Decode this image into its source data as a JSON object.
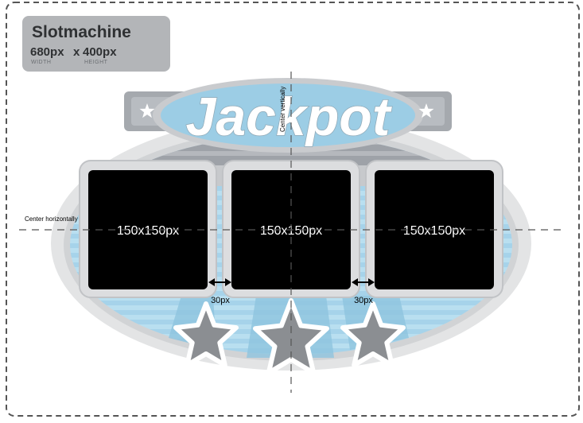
{
  "info": {
    "title": "Slotmachine",
    "width_value": "680px",
    "times": "x",
    "height_value": "400px",
    "width_caption": "WIDTH",
    "height_caption": "HEIGHT"
  },
  "marquee": {
    "text": "Jackpot"
  },
  "guides": {
    "vertical_label": "Center vertically",
    "horizontal_label": "Center horizontally"
  },
  "reels": [
    {
      "label": "150x150px"
    },
    {
      "label": "150x150px"
    },
    {
      "label": "150x150px"
    }
  ],
  "gaps": [
    {
      "label": "30px"
    },
    {
      "label": "30px"
    }
  ],
  "colors": {
    "frame_dash": "#555555",
    "info_bg": "#b3b5b8",
    "info_title": "#2f3133",
    "body_light_blue": "#b5dcee",
    "body_stripe": "#a3d1e8",
    "body_edge": "#e3e4e5",
    "banner_grey": "#a5a9ae",
    "sign_blue": "#9ccde5",
    "reel_frame": "#dcdddf",
    "reel_screen": "#000000",
    "star_grey": "#8b8e92"
  }
}
